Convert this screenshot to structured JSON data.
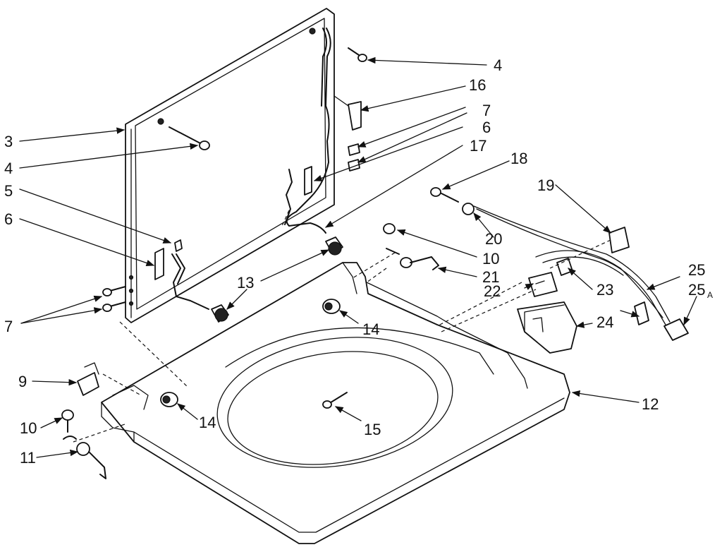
{
  "callouts": [
    {
      "id": "c4a",
      "text": "4"
    },
    {
      "id": "c16",
      "text": "16"
    },
    {
      "id": "c7a",
      "text": "7"
    },
    {
      "id": "c6a",
      "text": "6"
    },
    {
      "id": "c17",
      "text": "17"
    },
    {
      "id": "c3",
      "text": "3"
    },
    {
      "id": "c4b",
      "text": "4"
    },
    {
      "id": "c5",
      "text": "5"
    },
    {
      "id": "c6b",
      "text": "6"
    },
    {
      "id": "c7b",
      "text": "7"
    },
    {
      "id": "c18",
      "text": "18"
    },
    {
      "id": "c19",
      "text": "19"
    },
    {
      "id": "c20",
      "text": "20"
    },
    {
      "id": "c10a",
      "text": "10"
    },
    {
      "id": "c21",
      "text": "21"
    },
    {
      "id": "c22",
      "text": "22"
    },
    {
      "id": "c23",
      "text": "23"
    },
    {
      "id": "c25",
      "text": "25"
    },
    {
      "id": "c25a",
      "text": "25",
      "suffix": "A"
    },
    {
      "id": "c24",
      "text": "24"
    },
    {
      "id": "c13",
      "text": "13"
    },
    {
      "id": "c14a",
      "text": "14"
    },
    {
      "id": "c14b",
      "text": "14"
    },
    {
      "id": "c12",
      "text": "12"
    },
    {
      "id": "c9",
      "text": "9"
    },
    {
      "id": "c10b",
      "text": "10"
    },
    {
      "id": "c11",
      "text": "11"
    },
    {
      "id": "c15",
      "text": "15"
    }
  ]
}
